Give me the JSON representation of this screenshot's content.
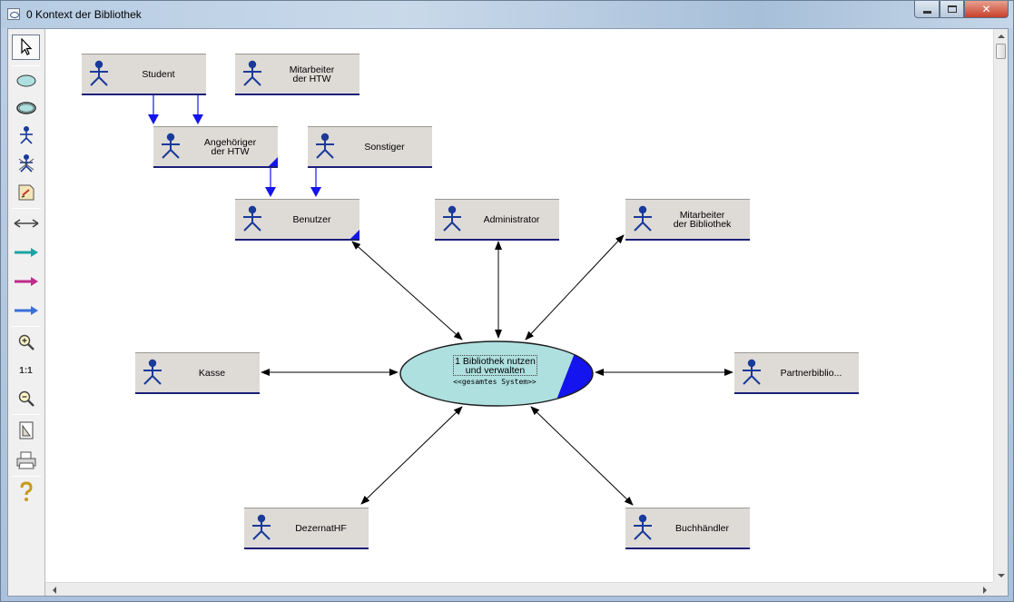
{
  "window": {
    "title": "0 Kontext der Bibliothek"
  },
  "toolbar": {
    "tools": [
      {
        "name": "select-pointer-icon"
      },
      {
        "name": "use-case-ellipse-icon"
      },
      {
        "name": "system-ellipse-icon"
      },
      {
        "name": "actor-icon"
      },
      {
        "name": "abstract-actor-icon"
      },
      {
        "name": "note-icon"
      },
      {
        "name": "association-icon"
      },
      {
        "name": "include-arrow-icon"
      },
      {
        "name": "extend-arrow-icon"
      },
      {
        "name": "generalization-arrow-icon"
      },
      {
        "name": "zoom-in-icon"
      },
      {
        "name": "zoom-reset-icon",
        "label": "1:1"
      },
      {
        "name": "zoom-out-icon"
      },
      {
        "name": "page-setup-icon"
      },
      {
        "name": "print-icon"
      },
      {
        "name": "help-icon"
      }
    ]
  },
  "diagram": {
    "actors": [
      {
        "id": "student",
        "label": "Student"
      },
      {
        "id": "mitarbeiter-htw",
        "label": "Mitarbeiter\nder HTW"
      },
      {
        "id": "angehoeriger",
        "label": "Angehöriger\nder HTW"
      },
      {
        "id": "sonstiger",
        "label": "Sonstiger"
      },
      {
        "id": "benutzer",
        "label": "Benutzer"
      },
      {
        "id": "administrator",
        "label": "Administrator"
      },
      {
        "id": "mitarbeiter-bib",
        "label": "Mitarbeiter\nder Bibliothek"
      },
      {
        "id": "kasse",
        "label": "Kasse"
      },
      {
        "id": "partnerbiblio",
        "label": "Partnerbiblio..."
      },
      {
        "id": "dezernat",
        "label": "DezernatHF"
      },
      {
        "id": "buchhaendler",
        "label": "Buchhändler"
      }
    ],
    "use_case": {
      "label": "1 Bibliothek nutzen\nund verwalten",
      "stereotype": "<<gesamtes System>>"
    }
  },
  "colors": {
    "actor_fill": "#dedbd7",
    "actor_border": "#1b1f78",
    "actor_figure": "#1a3a9a",
    "generalization_arrow": "#1414ee",
    "usecase_fill": "#aee0e0",
    "association": "#000000"
  }
}
